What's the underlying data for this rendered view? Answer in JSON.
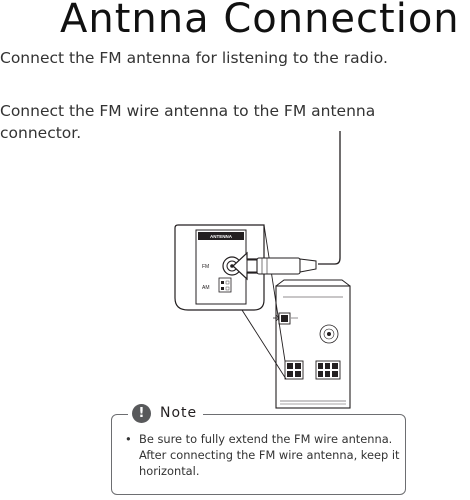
{
  "title": "Antnna Connection",
  "intro": "Connect the FM antenna for listening to the radio.",
  "step": "Connect the FM wire antenna to the FM antenna connector.",
  "diagram": {
    "panel_label": "ANTENNA",
    "fm_label": "FM",
    "am_label": "AM"
  },
  "note": {
    "title": "Note",
    "icon": "!",
    "items": [
      "Be sure to fully extend the FM wire antenna. After connecting the FM wire antenna, keep it horizontal."
    ]
  }
}
